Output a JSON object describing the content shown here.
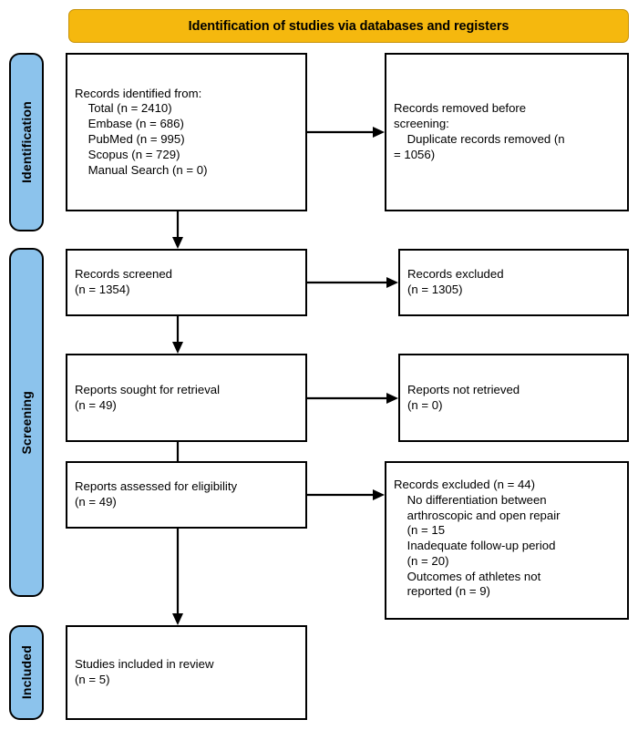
{
  "diagram": {
    "title": "Identification of studies via databases and registers",
    "type": "PRISMA flow diagram",
    "colors": {
      "banner_fill": "#f5b80e",
      "banner_border": "#c79208",
      "side_tab_fill": "#8cc3ec",
      "box_border": "#000000",
      "box_fill": "#ffffff",
      "text": "#000000"
    }
  },
  "banner": {
    "label": "Identification of studies via databases and registers"
  },
  "phases": [
    {
      "id": "identification",
      "label": "Identification"
    },
    {
      "id": "screening",
      "label": "Screening"
    },
    {
      "id": "included",
      "label": "Included"
    }
  ],
  "boxes": {
    "records_identified": {
      "text": "Records identified from:\n    Total (n = 2410)\n    Embase (n = 686)\n    PubMed (n = 995)\n    Scopus (n = 729)\n    Manual Search (n = 0)"
    },
    "records_removed": {
      "text": "Records removed before\nscreening:\n    Duplicate records removed (n\n= 1056)"
    },
    "records_screened": {
      "text": "Records screened\n(n = 1354)"
    },
    "records_excluded": {
      "text": "Records excluded\n(n = 1305)"
    },
    "reports_sought": {
      "text": "Reports sought for retrieval\n(n = 49)"
    },
    "reports_not_retrieved": {
      "text": "Reports not retrieved\n(n = 0)"
    },
    "reports_assessed": {
      "text": "Reports assessed for eligibility\n(n = 49)"
    },
    "reports_excluded": {
      "text": "Records excluded (n = 44)\n    No differentiation between\n    arthroscopic and open repair\n    (n = 15\n    Inadequate follow-up period\n    (n = 20)\n    Outcomes of athletes not\n    reported (n = 9)"
    },
    "studies_included": {
      "text": "Studies included in review\n(n = 5)"
    }
  },
  "chart_data": {
    "type": "diagram",
    "title": "Identification of studies via databases and registers",
    "phases": [
      "Identification",
      "Screening",
      "Included"
    ],
    "nodes": [
      {
        "id": "records_identified",
        "phase": "Identification",
        "label": "Records identified from",
        "n": 2410,
        "sources": [
          {
            "name": "Total",
            "n": 2410
          },
          {
            "name": "Embase",
            "n": 686
          },
          {
            "name": "PubMed",
            "n": 995
          },
          {
            "name": "Scopus",
            "n": 729
          },
          {
            "name": "Manual Search",
            "n": 0
          }
        ]
      },
      {
        "id": "records_removed",
        "phase": "Identification",
        "label": "Records removed before screening: Duplicate records removed",
        "n": 1056
      },
      {
        "id": "records_screened",
        "phase": "Screening",
        "label": "Records screened",
        "n": 1354
      },
      {
        "id": "records_excluded",
        "phase": "Screening",
        "label": "Records excluded",
        "n": 1305
      },
      {
        "id": "reports_sought",
        "phase": "Screening",
        "label": "Reports sought for retrieval",
        "n": 49
      },
      {
        "id": "reports_not_retrieved",
        "phase": "Screening",
        "label": "Reports not retrieved",
        "n": 0
      },
      {
        "id": "reports_assessed",
        "phase": "Screening",
        "label": "Reports assessed for eligibility",
        "n": 49
      },
      {
        "id": "reports_excluded",
        "phase": "Screening",
        "label": "Records excluded",
        "n": 44,
        "reasons": [
          {
            "reason": "No differentiation between arthroscopic and open repair",
            "n": 15
          },
          {
            "reason": "Inadequate follow-up period",
            "n": 20
          },
          {
            "reason": "Outcomes of athletes not reported",
            "n": 9
          }
        ]
      },
      {
        "id": "studies_included",
        "phase": "Included",
        "label": "Studies included in review",
        "n": 5
      }
    ],
    "edges": [
      {
        "from": "records_identified",
        "to": "records_removed",
        "direction": "right"
      },
      {
        "from": "records_identified",
        "to": "records_screened",
        "direction": "down"
      },
      {
        "from": "records_screened",
        "to": "records_excluded",
        "direction": "right"
      },
      {
        "from": "records_screened",
        "to": "reports_sought",
        "direction": "down"
      },
      {
        "from": "reports_sought",
        "to": "reports_not_retrieved",
        "direction": "right"
      },
      {
        "from": "reports_sought",
        "to": "reports_assessed",
        "direction": "down"
      },
      {
        "from": "reports_assessed",
        "to": "reports_excluded",
        "direction": "right"
      },
      {
        "from": "reports_assessed",
        "to": "studies_included",
        "direction": "down"
      }
    ]
  }
}
